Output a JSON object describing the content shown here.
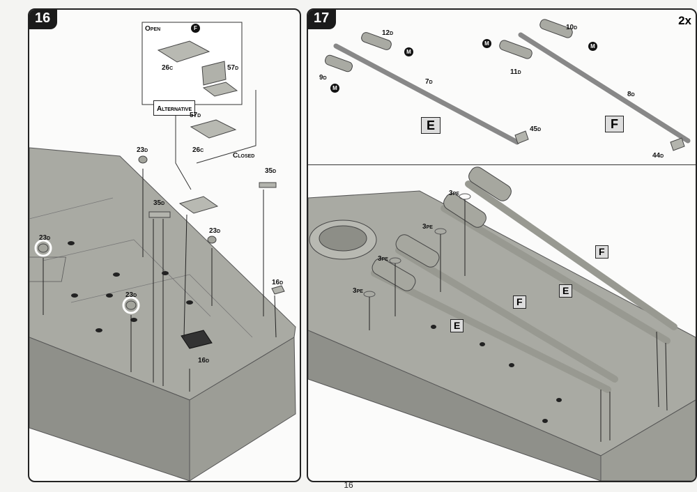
{
  "page_number": "16",
  "step16": {
    "number": "16",
    "open_label": "Open",
    "alternative_label": "Alternative",
    "closed_label": "Closed",
    "marker_f": "F",
    "parts": [
      {
        "main": "26",
        "sub": "C"
      },
      {
        "main": "57",
        "sub": "D"
      },
      {
        "main": "57",
        "sub": "D"
      },
      {
        "main": "26",
        "sub": "C"
      },
      {
        "main": "23",
        "sub": "D"
      },
      {
        "main": "35",
        "sub": "D"
      },
      {
        "main": "35",
        "sub": "D"
      },
      {
        "main": "23",
        "sub": "D"
      },
      {
        "main": "23",
        "sub": "D"
      },
      {
        "main": "23",
        "sub": "D"
      },
      {
        "main": "16",
        "sub": "D"
      },
      {
        "main": "16",
        "sub": "D"
      }
    ]
  },
  "step17": {
    "number": "17",
    "multiplier": "2x",
    "assembly_e": "E",
    "assembly_f": "F",
    "marker_m": "M",
    "parts_top": [
      {
        "main": "12",
        "sub": "D"
      },
      {
        "main": "9",
        "sub": "D"
      },
      {
        "main": "7",
        "sub": "D"
      },
      {
        "main": "45",
        "sub": "D"
      },
      {
        "main": "10",
        "sub": "D"
      },
      {
        "main": "11",
        "sub": "D"
      },
      {
        "main": "8",
        "sub": "D"
      },
      {
        "main": "44",
        "sub": "D"
      }
    ],
    "pe_parts": [
      {
        "main": "3",
        "sub": "PE"
      },
      {
        "main": "3",
        "sub": "PE"
      },
      {
        "main": "3",
        "sub": "PE"
      },
      {
        "main": "3",
        "sub": "PE"
      }
    ],
    "lower_labels": [
      "F",
      "E",
      "F",
      "E"
    ]
  }
}
